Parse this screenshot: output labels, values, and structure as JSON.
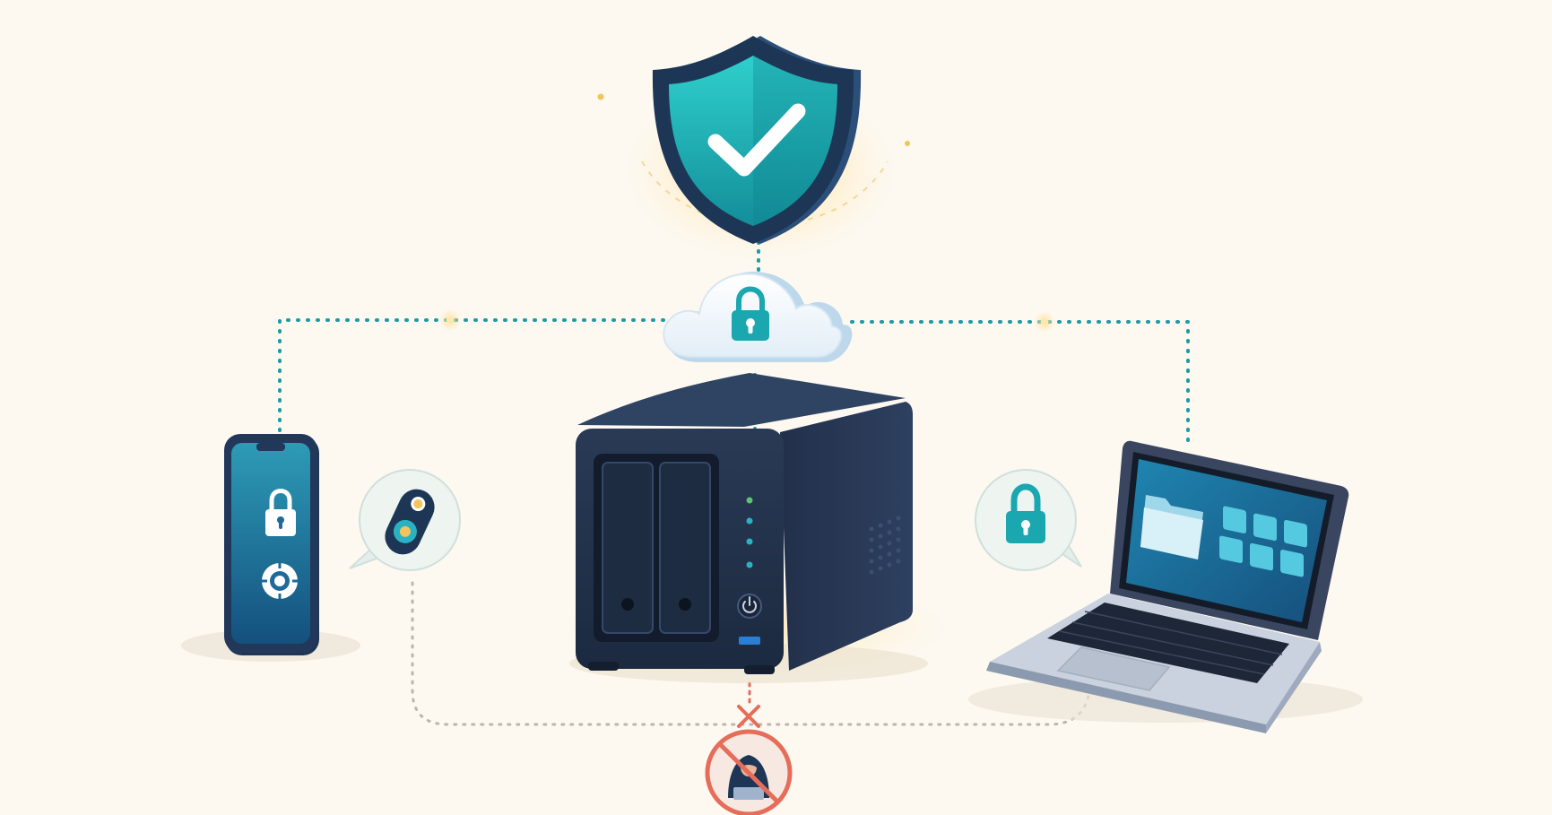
{
  "colors": {
    "background": "#fdf9f1",
    "teal": "#1aa7b0",
    "teal_light": "#2fc7c7",
    "navy": "#1d3656",
    "device_dark": "#243249",
    "link_dotted": "#1f9aa6",
    "blocked_path": "#b9b6ad",
    "danger": "#e56d5a",
    "glow": "#ffd88a",
    "cloud_fill": "#ffffff",
    "cloud_edge": "#bcd8ea",
    "led_green": "#5cc36e",
    "led_teal": "#2bb2c2",
    "laptop_body": "#c9d2de",
    "laptop_screen": "#1f6a9a"
  },
  "diagram": {
    "nodes": [
      {
        "id": "security-shield",
        "icon": "shield-check-icon"
      },
      {
        "id": "secure-cloud",
        "icon": "cloud-lock-icon"
      },
      {
        "id": "nas-server",
        "icon": "nas-server-icon"
      },
      {
        "id": "smartphone",
        "icon": "smartphone-lock-icon"
      },
      {
        "id": "laptop",
        "icon": "laptop-folder-icon"
      },
      {
        "id": "security-key-bubble",
        "icon": "security-key-icon"
      },
      {
        "id": "laptop-lock-bubble",
        "icon": "padlock-icon"
      },
      {
        "id": "hacker",
        "icon": "hacker-blocked-icon"
      }
    ],
    "links": [
      {
        "from": "security-shield",
        "to": "secure-cloud",
        "style": "dotted"
      },
      {
        "from": "secure-cloud",
        "to": "nas-server",
        "style": "dotted"
      },
      {
        "from": "secure-cloud",
        "to": "smartphone",
        "style": "dotted"
      },
      {
        "from": "secure-cloud",
        "to": "laptop",
        "style": "dotted"
      },
      {
        "from": "security-key-bubble",
        "to": "laptop",
        "style": "dashed-grey"
      },
      {
        "from": "nas-server",
        "to": "hacker",
        "style": "blocked"
      }
    ]
  }
}
